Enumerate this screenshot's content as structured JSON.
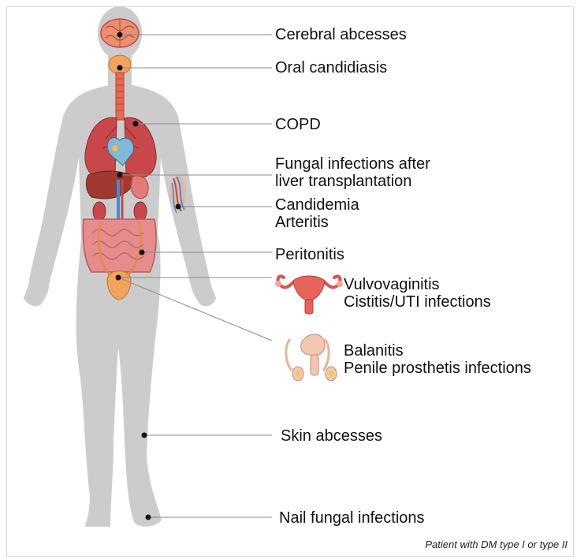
{
  "caption": "Patient with DM type I or type II",
  "colors": {
    "silhouette": "#cccccc",
    "leader_line": "#8c8c8c",
    "organ_red": "#c8474a",
    "organ_orange": "#e8934a",
    "vessel_blue": "#3a8fd8",
    "skin_pink": "#f1c7b2",
    "marker": "#111111"
  },
  "annotations": [
    {
      "id": "cerebral",
      "lines": [
        "Cerebral abcesses"
      ]
    },
    {
      "id": "oral",
      "lines": [
        "Oral candidiasis"
      ]
    },
    {
      "id": "copd",
      "lines": [
        "COPD"
      ]
    },
    {
      "id": "liver",
      "lines": [
        "Fungal infections after",
        "liver transplantation"
      ]
    },
    {
      "id": "vascular",
      "lines": [
        "Candidemia",
        "Arteritis"
      ]
    },
    {
      "id": "peritonitis",
      "lines": [
        "Peritonitis"
      ]
    },
    {
      "id": "female",
      "lines": [
        "Vulvovaginitis",
        "Cistitis/UTI infections"
      ]
    },
    {
      "id": "male",
      "lines": [
        "Balanitis",
        "Penile prosthetis infections"
      ]
    },
    {
      "id": "skin",
      "lines": [
        "Skin abcesses"
      ]
    },
    {
      "id": "nail",
      "lines": [
        "Nail fungal infections"
      ]
    }
  ],
  "icons": {
    "brain": "brain-icon",
    "throat": "throat-icon",
    "lungs": "lungs-icon",
    "heart": "heart-icon",
    "liver": "liver-icon",
    "kidneys": "kidneys-icon",
    "intestines": "intestines-icon",
    "bladder": "bladder-icon",
    "arm_vessels": "arm-vessels-icon",
    "uterus": "uterus-icon",
    "male_reproductive": "male-reproductive-icon"
  }
}
